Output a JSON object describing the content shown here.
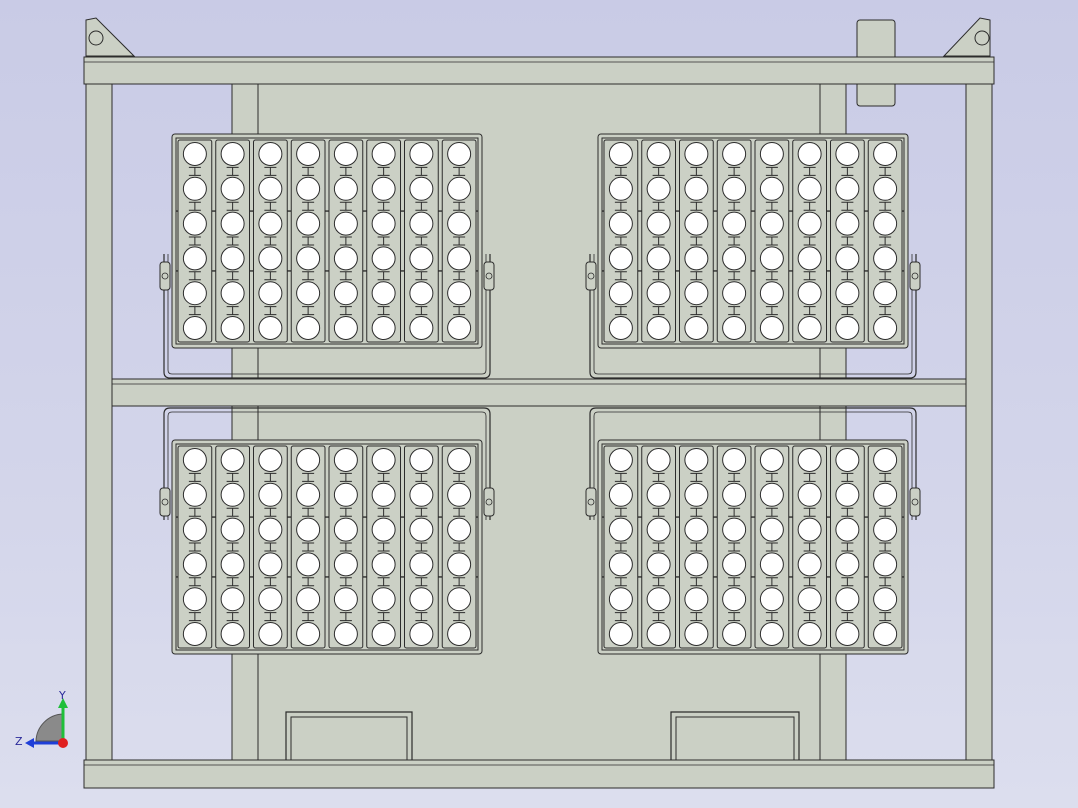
{
  "viewport": {
    "background_top": "#c9cbe6",
    "background_bottom": "#dcdeee"
  },
  "model": {
    "fill_color": "#cbd0c5",
    "edge_color": "#2c2c2c",
    "lens_color": "#ffffff",
    "panel_count": 4,
    "lens_grid": {
      "columns": 8,
      "rows": 6
    }
  },
  "triad": {
    "y_label": "Y",
    "z_label": "Z",
    "y_color": "#1fbf3a",
    "z_color": "#1f3fd8",
    "x_color": "#e02020"
  }
}
